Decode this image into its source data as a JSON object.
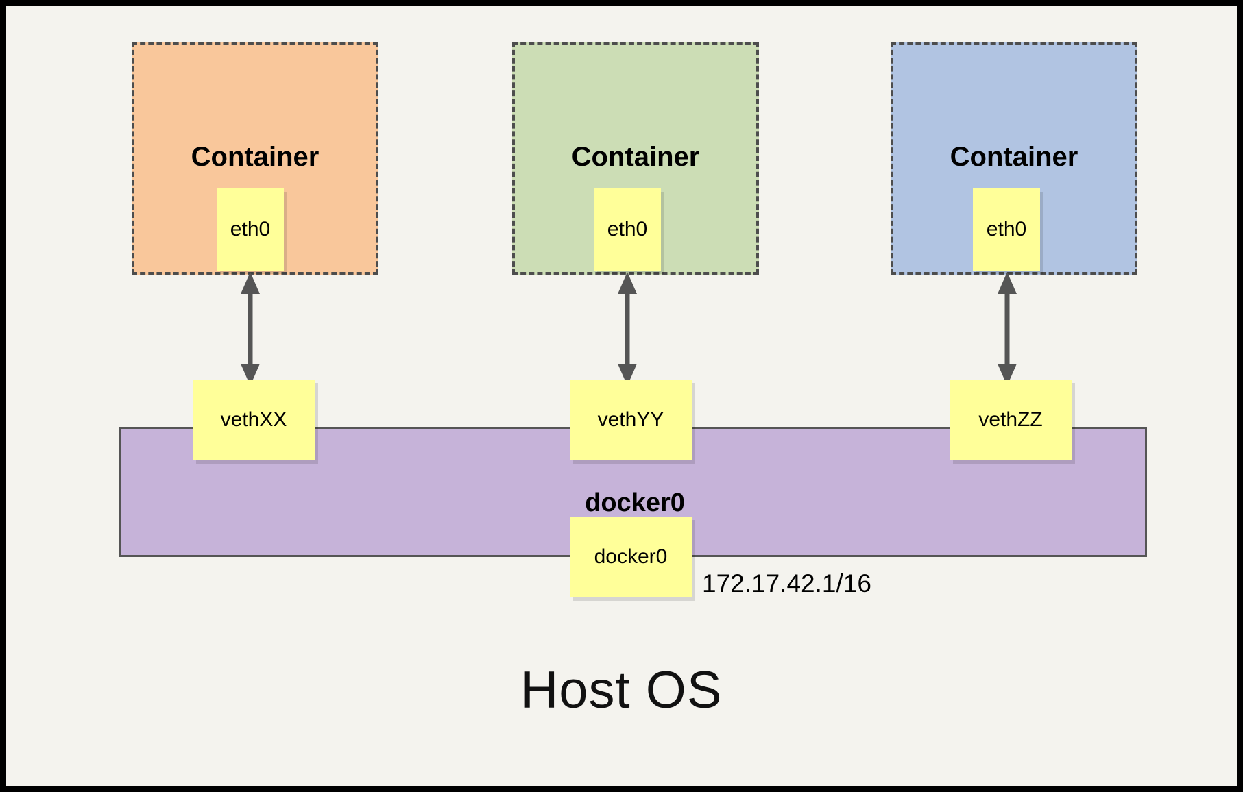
{
  "diagram": {
    "title_bottom": "Host OS",
    "frame_color": "#000000",
    "paper_color": "#f4f3ee",
    "containers": [
      {
        "label": "Container",
        "fill": "#f9c79b",
        "interface": "eth0"
      },
      {
        "label": "Container",
        "fill": "#ccddb5",
        "interface": "eth0"
      },
      {
        "label": "Container",
        "fill": "#b1c4e2",
        "interface": "eth0"
      }
    ],
    "veth_pairs": [
      {
        "label": "vethXX"
      },
      {
        "label": "vethYY"
      },
      {
        "label": "vethZZ"
      }
    ],
    "bridge": {
      "label": "docker0",
      "interface_label": "docker0",
      "ip_address": "172.17.42.1/16",
      "fill": "#c6b3d9",
      "stroke": "#555555"
    },
    "chip_fill": "#ffff99",
    "arrow_color": "#555555"
  }
}
